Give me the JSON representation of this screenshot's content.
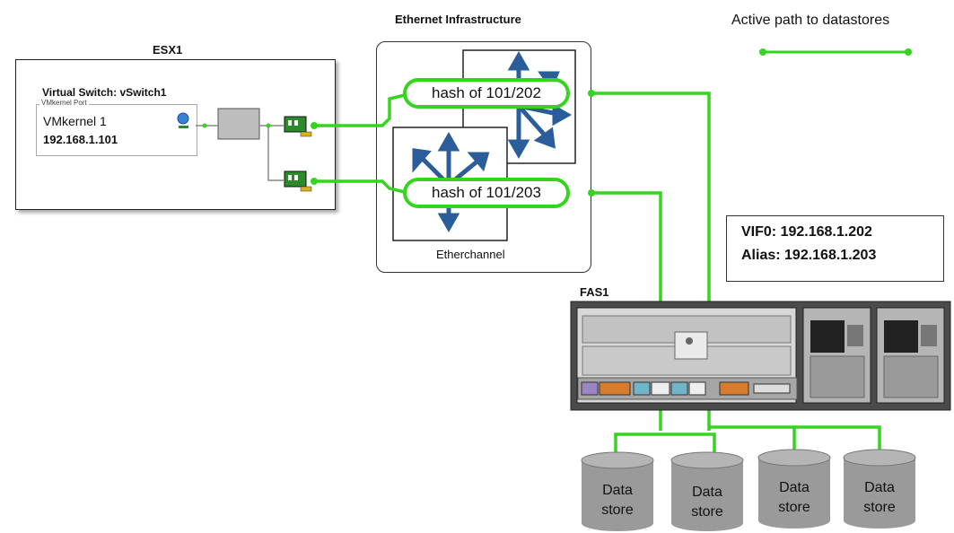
{
  "legend": {
    "text": "Active path to datastores",
    "line_color": "#35d41f"
  },
  "infrastructure": {
    "title": "Ethernet Infrastructure",
    "etherchannel_label": "Etherchannel"
  },
  "esx": {
    "title": "ESX1",
    "vswitch_label": "Virtual Switch: vSwitch1",
    "port_group_label": "VMkernel Port",
    "vmkernel_name": "VMkernel 1",
    "vmkernel_ip": "192.168.1.101"
  },
  "hash_paths": [
    {
      "label": "hash of 101/202"
    },
    {
      "label": "hash of 101/203"
    }
  ],
  "vif": {
    "line1": "VIF0:  192.168.1.202",
    "line2": "Alias: 192.168.1.203"
  },
  "storage": {
    "title": "FAS1"
  },
  "datastores": [
    {
      "line1": "Data",
      "line2": "store"
    },
    {
      "line1": "Data",
      "line2": "store"
    },
    {
      "line1": "Data",
      "line2": "store"
    },
    {
      "line1": "Data",
      "line2": "store"
    }
  ],
  "colors": {
    "path": "#35d41f",
    "arrow": "#2a5d9a",
    "datastore": "#9a9a9a",
    "nic": "#2b8a2b"
  }
}
